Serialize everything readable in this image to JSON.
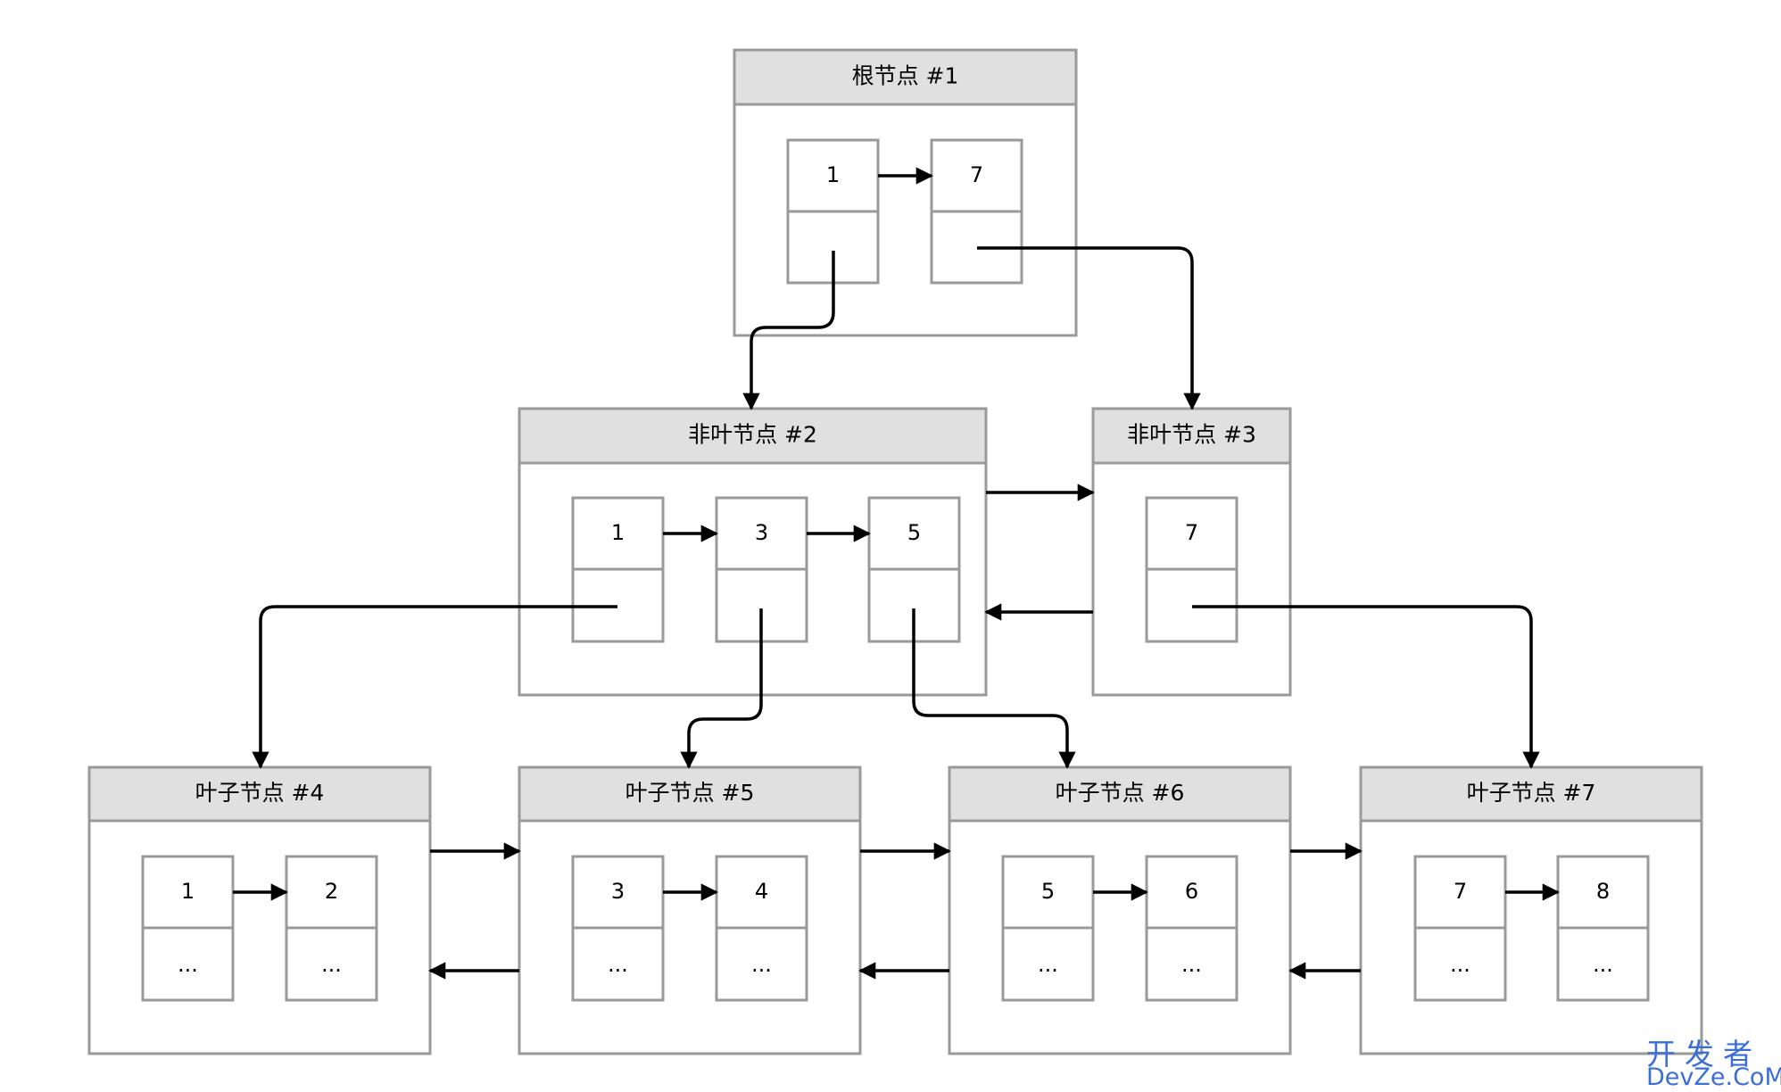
{
  "diagram": {
    "nodes": [
      {
        "id": "n1",
        "title": "根节点 #1",
        "keys": [
          "1",
          "7"
        ],
        "values": [
          "",
          ""
        ]
      },
      {
        "id": "n2",
        "title": "非叶节点 #2",
        "keys": [
          "1",
          "3",
          "5"
        ],
        "values": [
          "",
          "",
          ""
        ]
      },
      {
        "id": "n3",
        "title": "非叶节点 #3",
        "keys": [
          "7"
        ],
        "values": [
          ""
        ]
      },
      {
        "id": "n4",
        "title": "叶子节点 #4",
        "keys": [
          "1",
          "2"
        ],
        "values": [
          "...",
          "..."
        ]
      },
      {
        "id": "n5",
        "title": "叶子节点 #5",
        "keys": [
          "3",
          "4"
        ],
        "values": [
          "...",
          "..."
        ]
      },
      {
        "id": "n6",
        "title": "叶子节点 #6",
        "keys": [
          "5",
          "6"
        ],
        "values": [
          "...",
          "..."
        ]
      },
      {
        "id": "n7",
        "title": "叶子节点 #7",
        "keys": [
          "7",
          "8"
        ],
        "values": [
          "...",
          "..."
        ]
      }
    ],
    "edges": [
      {
        "from": "n1.key0",
        "to": "n1.key1",
        "kind": "sibling"
      },
      {
        "from": "n1.ptr0",
        "to": "n2",
        "kind": "child"
      },
      {
        "from": "n1.ptr1",
        "to": "n3",
        "kind": "child"
      },
      {
        "from": "n2.key0",
        "to": "n2.key1",
        "kind": "sibling"
      },
      {
        "from": "n2.key1",
        "to": "n2.key2",
        "kind": "sibling"
      },
      {
        "from": "n2",
        "to": "n3",
        "kind": "next"
      },
      {
        "from": "n3",
        "to": "n2",
        "kind": "prev"
      },
      {
        "from": "n2.ptr0",
        "to": "n4",
        "kind": "child"
      },
      {
        "from": "n2.ptr1",
        "to": "n5",
        "kind": "child"
      },
      {
        "from": "n2.ptr2",
        "to": "n6",
        "kind": "child"
      },
      {
        "from": "n3.ptr0",
        "to": "n7",
        "kind": "child"
      },
      {
        "from": "n4",
        "to": "n5",
        "kind": "next"
      },
      {
        "from": "n5",
        "to": "n4",
        "kind": "prev"
      },
      {
        "from": "n5",
        "to": "n6",
        "kind": "next"
      },
      {
        "from": "n6",
        "to": "n5",
        "kind": "prev"
      },
      {
        "from": "n6",
        "to": "n7",
        "kind": "next"
      },
      {
        "from": "n7",
        "to": "n6",
        "kind": "prev"
      }
    ]
  },
  "watermark": {
    "line1": "开发者",
    "line2": "DevZe.CoM"
  },
  "colors": {
    "header": "#e0e0e0",
    "border": "#9a9a9a",
    "edge": "#000000",
    "watermark": "#3a6fd8"
  }
}
